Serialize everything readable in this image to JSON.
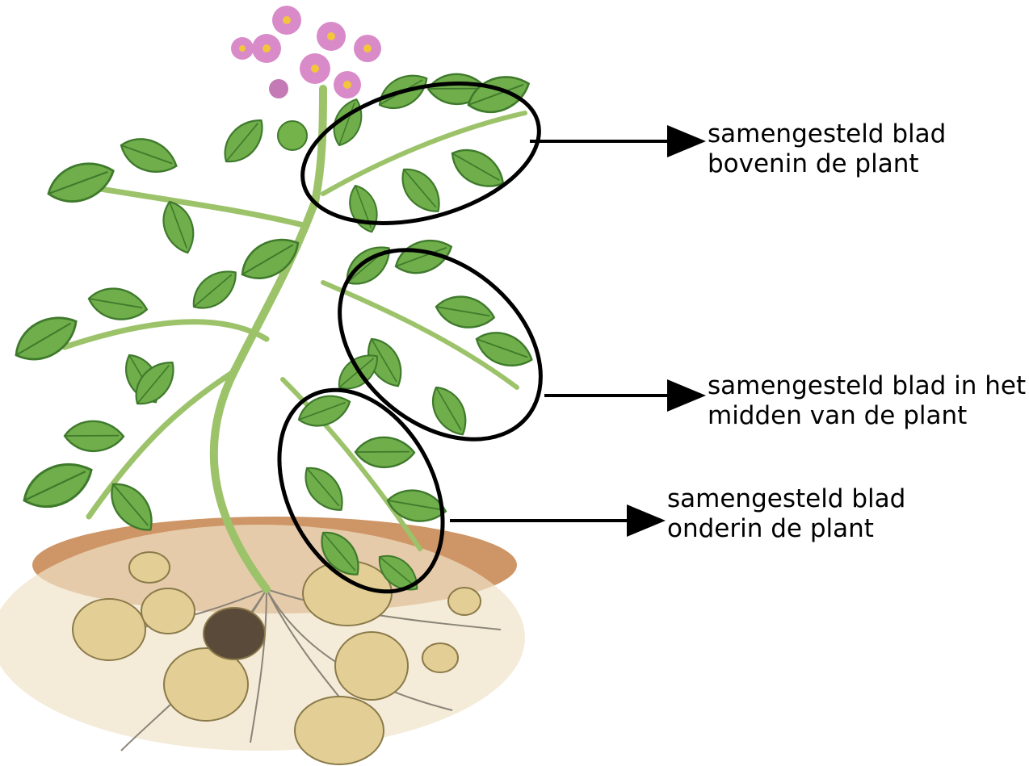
{
  "annotations": [
    {
      "id": "top",
      "lines": [
        "samengesteld blad",
        "bovenin de plant"
      ]
    },
    {
      "id": "middle",
      "lines": [
        "samengesteld blad in het",
        "midden van de plant"
      ]
    },
    {
      "id": "bottom",
      "lines": [
        "samengesteld blad",
        "onderin de plant"
      ]
    }
  ],
  "colors": {
    "leaf": "#6fae4a",
    "leaf_dark": "#3f7a2c",
    "stem": "#9cc36a",
    "flower": "#d98bc9",
    "flower_center": "#f2c53d",
    "tuber": "#e3cf95",
    "soil": "#c98a55",
    "root": "#8a8478",
    "outline": "#000000"
  },
  "icons": [
    "potato-plant-illustration",
    "ellipse-marker",
    "arrow-right-icon"
  ]
}
